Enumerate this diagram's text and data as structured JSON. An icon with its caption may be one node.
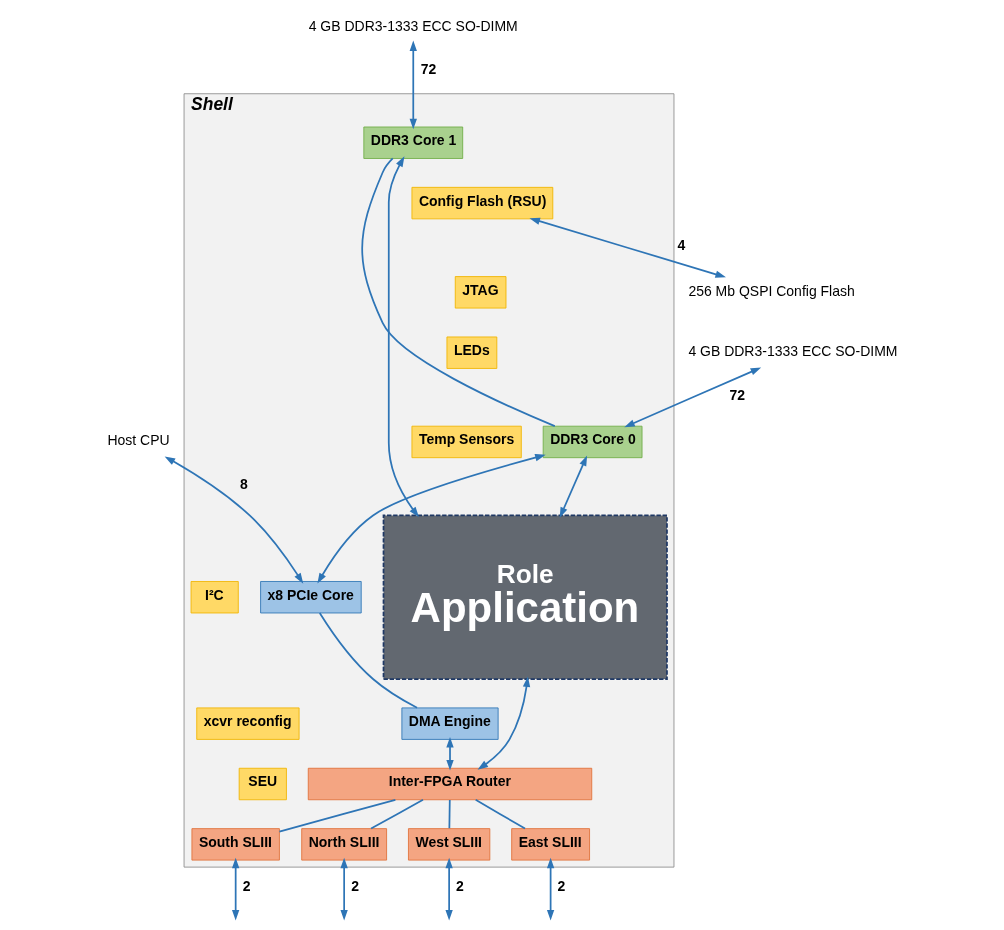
{
  "diagram": {
    "nodes": [
      {
        "text": [
          "Shell"
        ]
      },
      {
        "text": [
          "DDR3 Core 0"
        ],
        "in": 0
      },
      {
        "text": [
          "DDR3 Core 1"
        ],
        "in": 0
      },
      {
        "text": [
          "Role",
          "Application"
        ],
        "in": 0
      },
      {
        "text": [
          "x8 PCIe Core"
        ],
        "in": 0
      },
      {
        "text": [
          "DMA Engine"
        ],
        "in": 0
      },
      {
        "text": [
          "Inter-FPGA Router"
        ],
        "in": 0
      },
      {
        "text": [
          "North SLIII"
        ],
        "in": 0
      },
      {
        "text": [
          "South SLIII"
        ],
        "in": 0
      },
      {
        "text": [
          "East SLIII"
        ],
        "in": 0
      },
      {
        "text": [
          "West SLIII"
        ],
        "in": 0
      },
      {
        "text": [
          "Config Flash (RSU)"
        ],
        "in": 0
      },
      {
        "text": [
          "JTAG"
        ],
        "in": 0
      },
      {
        "text": [
          "LEDs"
        ],
        "in": 0
      },
      {
        "text": [
          "Temp Sensors"
        ],
        "in": 0
      },
      {
        "text": [
          "I²C"
        ],
        "in": 0
      },
      {
        "text": [
          "xcvr reconfig"
        ],
        "in": 0
      },
      {
        "text": [
          "SEU"
        ],
        "in": 0
      },
      {
        "text": [
          "4 GB DDR3-1333 ECC SO-DIMM"
        ]
      },
      {
        "text": [
          "4 GB DDR3-1333 ECC SO-DIMM"
        ]
      },
      {
        "text": [
          "256 Mb QSPI Config Flash"
        ]
      },
      {
        "text": [
          "Host CPU"
        ]
      }
    ],
    "edges": [
      {
        "from": 1,
        "to": 18,
        "arrow": "both",
        "label": "72"
      },
      {
        "from": 2,
        "to": 19,
        "arrow": "both",
        "label": "72"
      },
      {
        "from": 1,
        "to": 2,
        "arrow": "none"
      },
      {
        "from": 4,
        "to": 1,
        "arrow": "both"
      },
      {
        "from": 1,
        "to": 3,
        "arrow": "both"
      },
      {
        "from": 2,
        "to": 3,
        "arrow": "both"
      },
      {
        "from": 11,
        "to": 20,
        "arrow": "both",
        "label": "4"
      },
      {
        "from": 21,
        "to": 4,
        "arrow": "both",
        "label": "8"
      },
      {
        "from": 4,
        "to": 5,
        "arrow": "none"
      },
      {
        "from": 3,
        "to": 6,
        "arrow": "both"
      },
      {
        "from": 5,
        "to": 6,
        "arrow": "both"
      },
      {
        "from": 6,
        "to": 7,
        "arrow": "none"
      },
      {
        "from": 6,
        "to": 8,
        "arrow": "none"
      },
      {
        "from": 6,
        "to": 9,
        "arrow": "none"
      },
      {
        "from": 6,
        "to": 10,
        "arrow": "none"
      },
      {
        "from": 7,
        "to": null,
        "arrow": "both",
        "label": "2"
      },
      {
        "from": 8,
        "to": null,
        "arrow": "both",
        "label": "2"
      },
      {
        "from": 9,
        "to": null,
        "arrow": "both",
        "label": "2"
      },
      {
        "from": 10,
        "to": null,
        "arrow": "both",
        "label": "2"
      }
    ]
  }
}
